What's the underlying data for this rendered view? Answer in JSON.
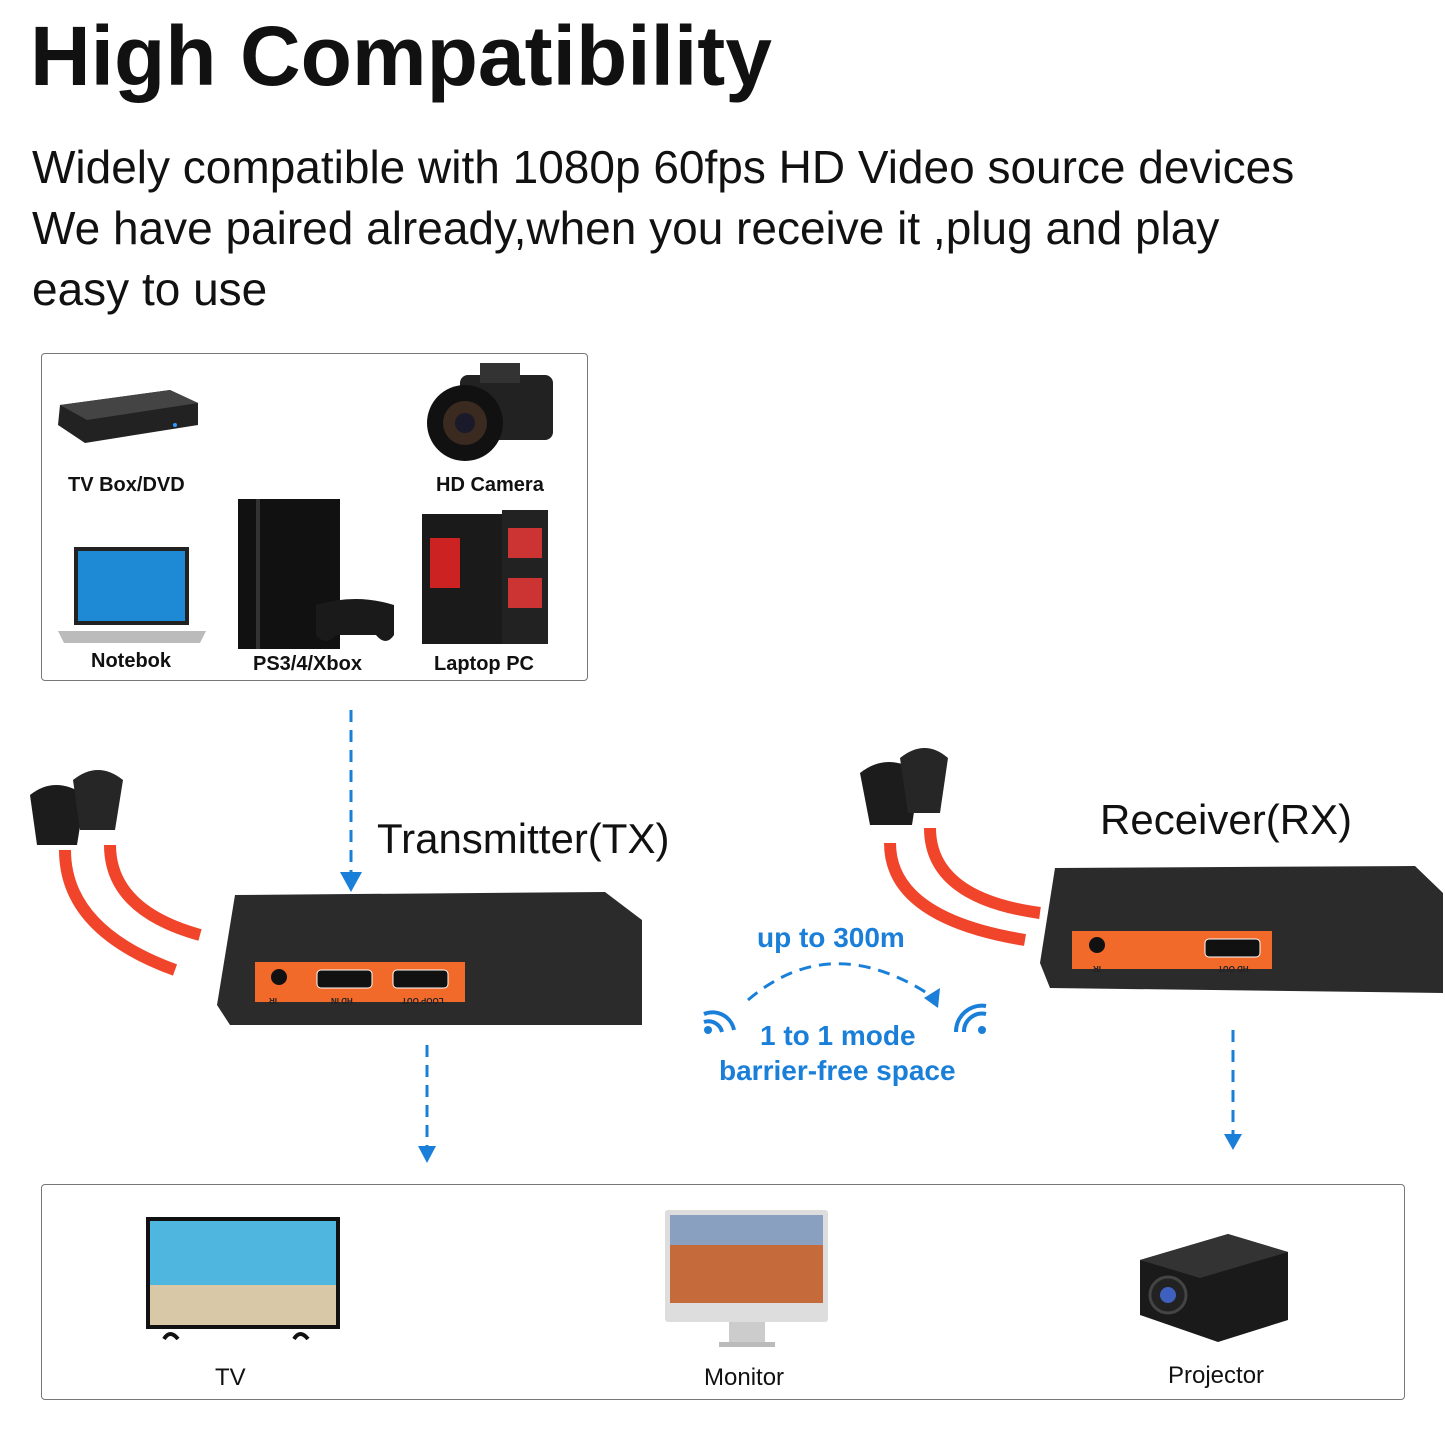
{
  "header": {
    "title": "High Compatibility",
    "lines": [
      "Widely compatible with 1080p 60fps HD Video source devices",
      "We have paired already,when you receive it ,plug and play",
      "easy to use"
    ]
  },
  "sources": {
    "items": [
      {
        "label": "TV Box/DVD",
        "icon": "tv-box-icon"
      },
      {
        "label": "HD Camera",
        "icon": "camera-icon"
      },
      {
        "label": "Notebok",
        "icon": "laptop-icon"
      },
      {
        "label": "PS3/4/Xbox",
        "icon": "game-console-icon"
      },
      {
        "label": "Laptop PC",
        "icon": "desktop-pc-icon"
      }
    ]
  },
  "transmitter": {
    "label": "Transmitter(TX)",
    "ports": [
      "IR",
      "HD IN",
      "LOOP OUT"
    ]
  },
  "receiver": {
    "label": "Receiver(RX)",
    "ports": [
      "IR",
      "HD OUT"
    ]
  },
  "link": {
    "range": "up to 300m",
    "mode": "1 to 1 mode",
    "condition": "barrier-free space"
  },
  "outputs": {
    "items": [
      {
        "label": "TV",
        "icon": "tv-icon"
      },
      {
        "label": "Monitor",
        "icon": "monitor-icon"
      },
      {
        "label": "Projector",
        "icon": "projector-icon"
      }
    ]
  },
  "colors": {
    "accent": "#1a7fd8",
    "device_body": "#2b2b2b",
    "port_panel": "#f26a2a",
    "antenna_cable": "#f0452a"
  }
}
